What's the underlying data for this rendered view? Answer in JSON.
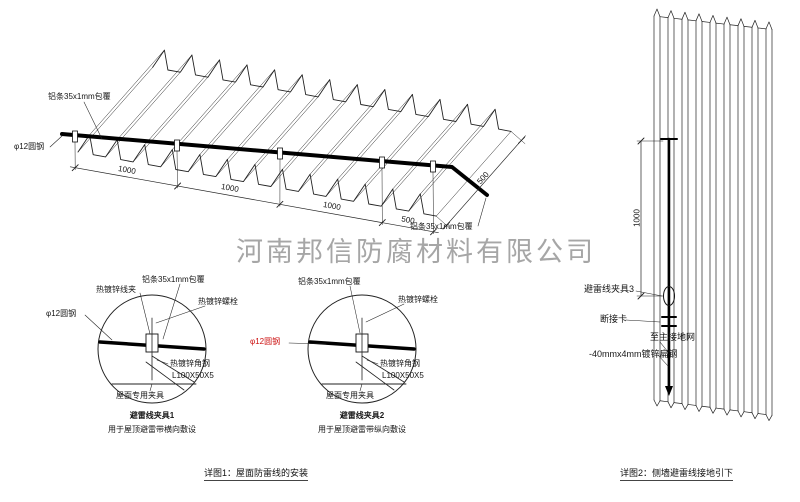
{
  "colors": {
    "line": "#222222",
    "wire": "#000000",
    "red_label": "#cc1111",
    "watermark": "#808080"
  },
  "watermark": {
    "text": "河南邦信防腐材料有限公司"
  },
  "roof_plan": {
    "caption": "详图1：屋面防雷线的安装",
    "label_alu_top": "铝条35x1mm包覆",
    "label_alu_right": "铝条35x1mm包覆",
    "label_round_steel": "φ12圆钢",
    "dim_labels": [
      "1000",
      "1000",
      "1000",
      "500"
    ],
    "dim_side": "500"
  },
  "clamp_detail_1": {
    "title": "避雷线夹具1",
    "subtitle": "用于屋顶避雷带横向敷设",
    "label_wire_clip": "热镀锌线夹",
    "label_alu": "铝条35x1mm包覆",
    "label_bolt": "热镀锌螺栓",
    "label_round_steel": "φ12圆钢",
    "label_angle_steel": "热镀锌角钢",
    "label_angle_spec": "L100X50X5",
    "label_roof_clamp": "屋面专用夹具"
  },
  "clamp_detail_2": {
    "title": "避雷线夹具2",
    "subtitle": "用于屋顶避雷带纵向敷设",
    "label_alu": "铝条35x1mm包覆",
    "label_bolt": "热镀锌螺栓",
    "label_round_steel": "φ12圆钢",
    "label_angle_steel": "热镀锌角钢",
    "label_angle_spec": "L100X50X5",
    "label_roof_clamp": "屋面专用夹具"
  },
  "wall_detail": {
    "caption": "详图2：侧墙避雷线接地引下",
    "label_clamp3": "避雷线夹具3",
    "label_disconnect": "断接卡",
    "label_to_ground": "至主接地网",
    "label_flat_steel": "-40mmx4mm镀锌扁钢",
    "dim_vertical": "1000"
  }
}
